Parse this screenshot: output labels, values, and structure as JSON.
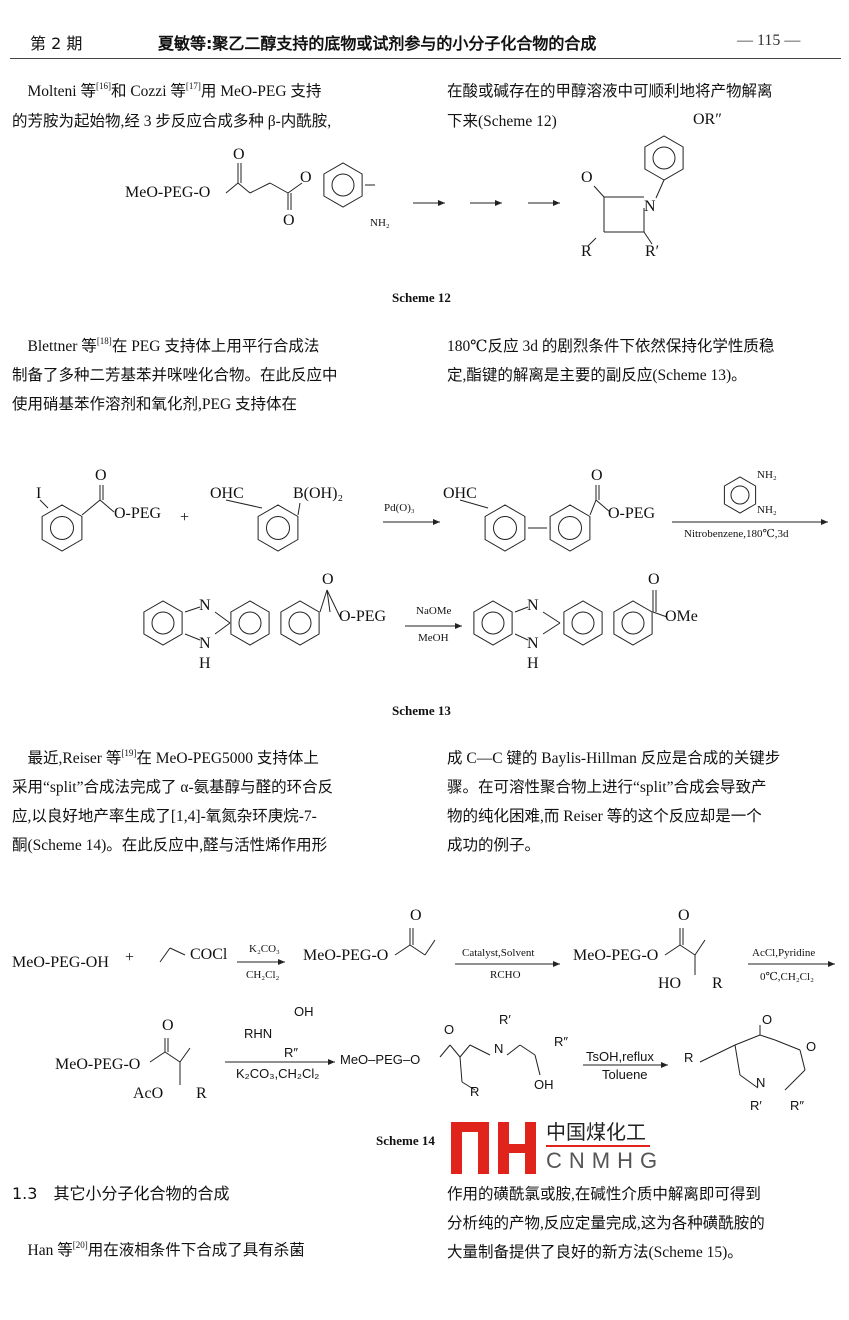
{
  "header": {
    "issue": "第 2 期",
    "title": "夏敏等:聚乙二醇支持的底物或试剂参与的小分子化合物的合成",
    "page": "— 115 —"
  },
  "paragraphs": {
    "p1_left": [
      [
        {
          "text": "　Molteni 等"
        },
        {
          "sup": "[16]"
        },
        {
          "text": "和 Cozzi 等"
        },
        {
          "sup": "[17]"
        },
        {
          "text": "用 MeO-PEG 支持"
        }
      ],
      [
        {
          "text": "的芳胺为起始物,经 3 步反应合成多种 β-内酰胺,"
        }
      ]
    ],
    "p1_right": [
      [
        {
          "text": "在酸或碱存在的甲醇溶液中可顺利地将产物解离"
        }
      ],
      [
        {
          "text": "下来(Scheme 12)"
        }
      ]
    ],
    "p2_left": [
      [
        {
          "text": "　Blettner 等"
        },
        {
          "sup": "[18]"
        },
        {
          "text": "在 PEG 支持体上用平行合成法"
        }
      ],
      [
        {
          "text": "制备了多种二芳基苯并咪唑化合物。在此反应中"
        }
      ],
      [
        {
          "text": "使用硝基苯作溶剂和氧化剂,PEG 支持体在"
        }
      ]
    ],
    "p2_right": [
      [
        {
          "text": "180℃反应 3d 的剧烈条件下依然保持化学性质稳"
        }
      ],
      [
        {
          "text": "定,酯键的解离是主要的副反应(Scheme 13)。"
        }
      ]
    ],
    "p3_left": [
      [
        {
          "text": "　最近,Reiser 等"
        },
        {
          "sup": "[19]"
        },
        {
          "text": "在 MeO-PEG5000 支持体上"
        }
      ],
      [
        {
          "text": "采用“split”合成法完成了 α-氨基醇与醛的环合反"
        }
      ],
      [
        {
          "text": "应,以良好地产率生成了[1,4]-氧氮杂环庚烷-7-"
        }
      ],
      [
        {
          "text": "酮(Scheme 14)。在此反应中,醛与活性烯作用形"
        }
      ]
    ],
    "p3_right": [
      [
        {
          "text": "成 C—C 键的 Baylis-Hillman 反应是合成的关键步"
        }
      ],
      [
        {
          "text": "骤。在可溶性聚合物上进行“split”合成会导致产"
        }
      ],
      [
        {
          "text": "物的纯化困难,而 Reiser 等的这个反应却是一个"
        }
      ],
      [
        {
          "text": "成功的例子。"
        }
      ]
    ],
    "section_heading": "1.3　其它小分子化合物的合成",
    "p4_left": [
      [
        {
          "text": "　Han 等"
        },
        {
          "sup": "[20]"
        },
        {
          "text": "用在液相条件下合成了具有杀菌"
        }
      ]
    ],
    "p4_right": [
      [
        {
          "text": "作用的磺酰氯或胺,在碱性介质中解离即可得到"
        }
      ],
      [
        {
          "text": "分析纯的产物,反应定量完成,这为各种磺酰胺的"
        }
      ],
      [
        {
          "text": "大量制备提供了良好的新方法(Scheme 15)。"
        }
      ]
    ]
  },
  "scheme12": {
    "caption": "Scheme 12",
    "labels": [
      "MeO-PEG-O",
      "O",
      "O",
      "O",
      "NH₂",
      "O",
      "N",
      "R",
      "R′",
      "OR″"
    ]
  },
  "scheme13": {
    "caption": "Scheme 13",
    "labels": [
      "I",
      "O",
      "O-PEG",
      "+",
      "OHC",
      "B(OH)₂",
      "Pd(O)₃",
      "OHC",
      "O",
      "O-PEG",
      "NH₂",
      "NH₂",
      "Nitrobenzene,180℃,3d",
      "N",
      "N",
      "H",
      "O",
      "O-PEG",
      "NaOMe",
      "MeOH",
      "N",
      "N",
      "H",
      "O",
      "OMe"
    ]
  },
  "scheme14": {
    "caption": "Scheme 14",
    "labels": [
      "MeO-PEG-OH",
      "+",
      "COCl",
      "K₂CO₃",
      "CH₂Cl₂",
      "MeO-PEG-O",
      "O",
      "Catalyst,Solvent",
      "RCHO",
      "MeO-PEG-O",
      "O",
      "HO",
      "R",
      "AcCl,Pyridine",
      "0℃,CH₂Cl₂",
      "MeO-PEG-O",
      "O",
      "AcO",
      "R",
      "RHN",
      "OH",
      "R″",
      "K₂CO₃,CH₂Cl₂",
      "MeO–PEG–O",
      "O",
      "R′",
      "N",
      "R″",
      "OH",
      "R",
      "TsOH,reflux",
      "Toluene",
      "R",
      "O",
      "O",
      "N",
      "R′",
      "R″"
    ]
  },
  "watermark": {
    "cn": "中国煤化工",
    "en": "CNMHG",
    "color": "#e0231b"
  }
}
